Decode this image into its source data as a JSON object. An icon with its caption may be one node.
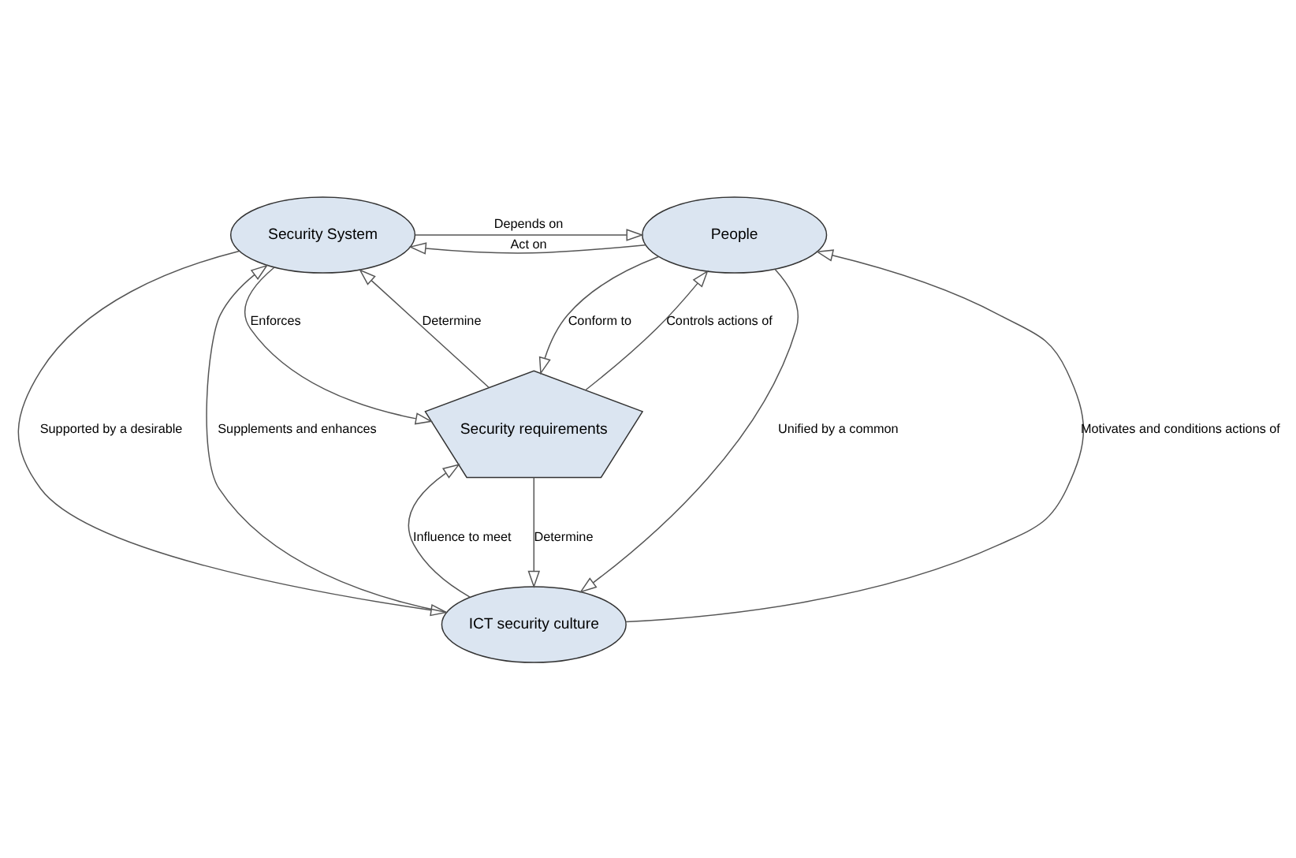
{
  "diagram": {
    "nodes": [
      {
        "text": [
          "Security System"
        ]
      },
      {
        "text": [
          "People"
        ]
      },
      {
        "text": [
          "Security requirements"
        ]
      },
      {
        "text": [
          "ICT security culture"
        ]
      }
    ],
    "edges": [
      {
        "from": 1,
        "to": 0,
        "arrow": "to",
        "label": "Act on"
      },
      {
        "from": 0,
        "to": 1,
        "arrow": "to",
        "label": "Depends on"
      },
      {
        "from": 0,
        "to": 2,
        "arrow": "to",
        "label": "Enforces"
      },
      {
        "from": 2,
        "to": 0,
        "arrow": "to",
        "label": "Determine"
      },
      {
        "from": 2,
        "to": 1,
        "arrow": "to",
        "label": "Controls actions of"
      },
      {
        "from": 1,
        "to": 2,
        "arrow": "to",
        "label": "Conform to"
      },
      {
        "from": 3,
        "to": 1,
        "arrow": "to",
        "label": "Motivates and conditions actions of"
      },
      {
        "from": 1,
        "to": 3,
        "arrow": "to",
        "label": "Unified by a common"
      },
      {
        "from": 3,
        "to": 2,
        "arrow": "to",
        "label": "Influence to meet"
      },
      {
        "from": 2,
        "to": 3,
        "arrow": "to",
        "label": "Determine"
      },
      {
        "from": 3,
        "to": 0,
        "arrow": "to",
        "label": "Supplements and enhances"
      },
      {
        "from": 0,
        "to": 3,
        "arrow": "to",
        "label": "Supported by a desirable"
      }
    ]
  }
}
